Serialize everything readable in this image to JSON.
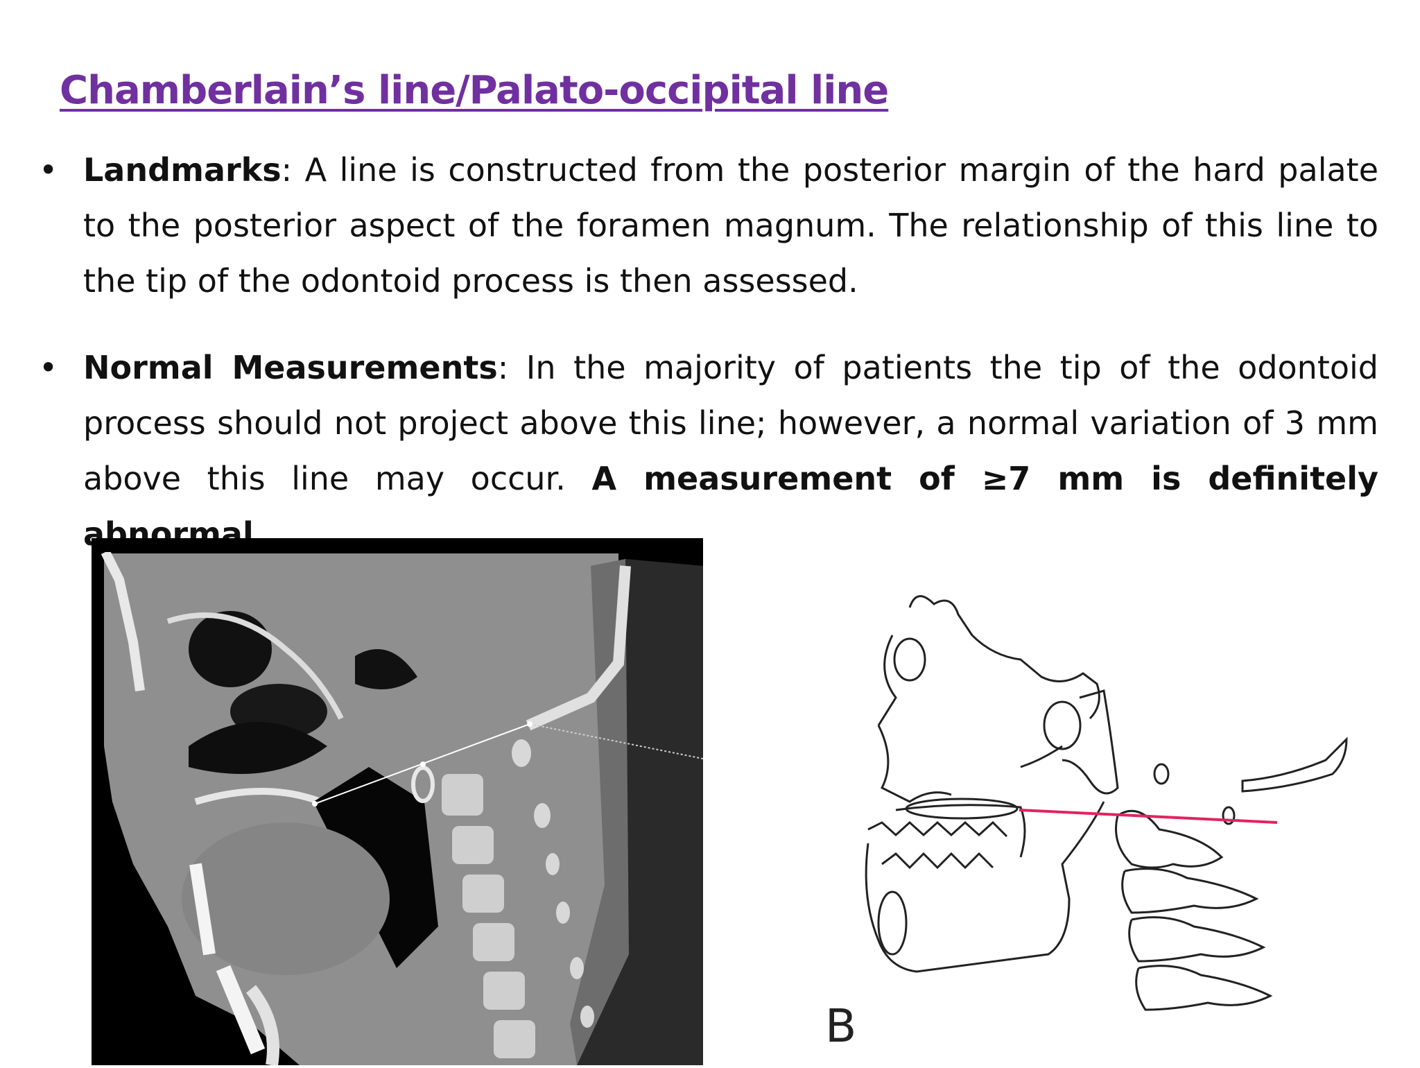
{
  "slide": {
    "title": "Chamberlain’s line/Palato-occipital line",
    "bullets": [
      {
        "label": "Landmarks",
        "sep": ":",
        "text": " A line is constructed from the posterior margin of the hard palate to the posterior aspect of the foramen magnum. The relationship of this line to the tip of the odontoid process is then assessed."
      },
      {
        "label": "Normal Measurements",
        "sep": ":",
        "text": " In the majority of patients the tip of the odontoid process should not project above this line; however, a normal variation of 3 mm above this line may occur.  ",
        "emphasis": "A measurement of ≥7 mm is definitely abnormal",
        "end": "."
      }
    ]
  },
  "figures": {
    "right_label": "B",
    "line_color": "#e0245e"
  }
}
